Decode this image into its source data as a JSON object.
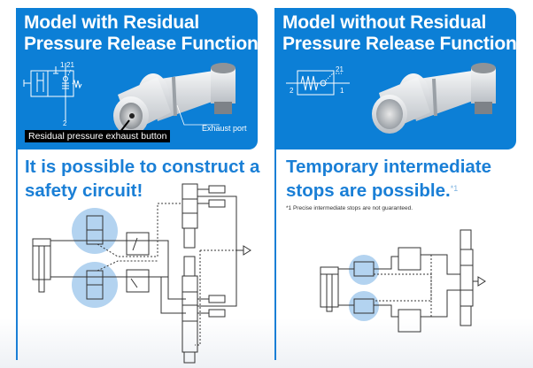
{
  "left_panel": {
    "title_line1": "Model with Residual",
    "title_line2": "Pressure Release Function",
    "symbol_port_labels": [
      "1",
      "21",
      "2"
    ],
    "callout_label": "Residual pressure exhaust button",
    "exhaust_port_label": "Exhaust port",
    "product_image": "elbow-fitting-with-exhaust-button"
  },
  "right_panel": {
    "title_line1": "Model without Residual",
    "title_line2": "Pressure Release Function",
    "symbol_port_labels": [
      "21",
      "2",
      "1"
    ],
    "product_image": "elbow-fitting-without-exhaust-button"
  },
  "left_section": {
    "heading_line1": "It is possible to construct a",
    "heading_line2": "safety circuit!",
    "diagram": "pneumatic-safety-circuit"
  },
  "right_section": {
    "heading_line1": "Temporary intermediate",
    "heading_line2": "stops are possible.",
    "heading_footnote_mark": "*1",
    "footnote": "*1  Precise intermediate stops are not guaranteed.",
    "diagram": "pneumatic-intermediate-stop-circuit"
  },
  "colors": {
    "brand_blue": "#0c7fd6",
    "heading_blue": "#1a7fd6",
    "highlight_circle": "#b3d3f0"
  }
}
